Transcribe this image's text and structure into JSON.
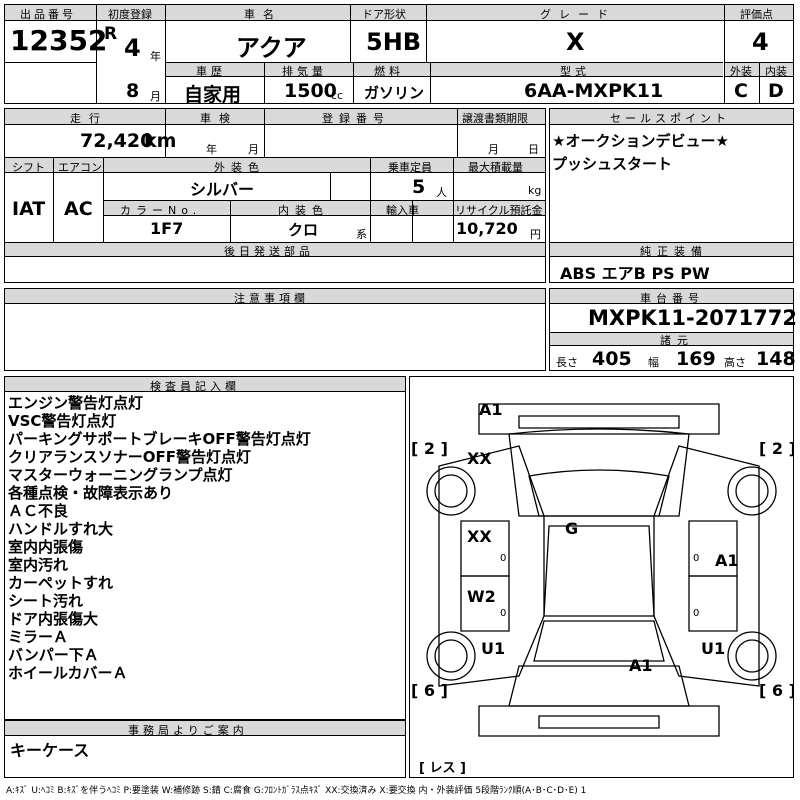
{
  "headers": {
    "lot_no": "出品番号",
    "first_reg": "初度登録",
    "car_name": "車名",
    "door": "ドア形状",
    "grade": "グレード",
    "score": "評価点",
    "history": "車歴",
    "displacement": "排気量",
    "fuel": "燃料",
    "model": "型式",
    "exterior": "外装",
    "interior": "内装",
    "mileage": "走行",
    "inspection": "車検",
    "reg_no": "登録番号",
    "transfer_deadline": "譲渡書類期限",
    "sales_point": "セールスポイント",
    "shift": "シフト",
    "aircon": "エアコン",
    "ext_color": "外装色",
    "capacity": "乗車定員",
    "max_load": "最大積載量",
    "color_no": "カラーNo.",
    "int_color": "内装色",
    "import": "輸入車",
    "recycle": "リサイクル預託金",
    "later_parts": "後日発送部品",
    "equipment": "純正装備",
    "notes": "注意事項欄",
    "chassis": "車台番号",
    "specs": "諸元",
    "inspector": "検査員記入欄",
    "office": "事務局よりご案内"
  },
  "vehicle": {
    "lot_no": "12352",
    "era": "R",
    "year": "4",
    "year_unit": "年",
    "month": "8",
    "month_unit": "月",
    "car_name": "アクア",
    "door": "5HB",
    "grade": "X",
    "score": "4",
    "history": "自家用",
    "displacement": "1500",
    "displacement_unit": "cc",
    "fuel": "ガソリン",
    "model": "6AA-MXPK11",
    "exterior_grade": "C",
    "interior_grade": "D",
    "mileage": "72,420",
    "mileage_unit": "km",
    "inspection_year_unit": "年",
    "inspection_month_unit": "月",
    "transfer_month_unit": "月",
    "transfer_day_unit": "日",
    "shift": "IAT",
    "aircon": "AC",
    "ext_color": "シルバー",
    "capacity": "5",
    "capacity_unit": "人",
    "load_unit": "kg",
    "color_no": "1F7",
    "int_color": "クロ",
    "int_color_suffix": "系",
    "recycle": "10,720",
    "recycle_unit": "円",
    "equipment": "ABS エアB PS PW",
    "chassis": "MXPK11-2071772",
    "length_label": "長さ",
    "length": "405",
    "width_label": "幅",
    "width": "169",
    "height_label": "高さ",
    "height": "148"
  },
  "sales_points": [
    "★オークションデビュー★",
    "プッシュスタート"
  ],
  "inspector_notes": [
    "エンジン警告灯点灯",
    "VSC警告灯点灯",
    "パーキングサポートブレーキOFF警告灯点灯",
    "クリアランスソナーOFF警告灯点灯",
    "マスターウォーニングランプ点灯",
    "各種点検・故障表示あり",
    "ＡＣ不良",
    "ハンドルすれ大",
    "室内内張傷",
    "室内汚れ",
    "カーペットすれ",
    "シート汚れ",
    "ドア内張傷大",
    "ミラーＡ",
    "バンパー下Ａ",
    "ホイールカバーＡ"
  ],
  "office_note": "キーケース",
  "diagram": {
    "front_left_marks": "[ 2 ]",
    "front_right_marks": "[ 2 ]",
    "rear_left_marks": "[ 6 ]",
    "rear_right_marks": "[ 6 ]",
    "bottom_marks": "[ レス ]",
    "labels": {
      "front": "A1",
      "front_left_fender": "XX",
      "roof": "G",
      "left_front_door": "XX",
      "left_rear_door": "W2",
      "left_rear_wheel": "U1",
      "right_front_door": "A1",
      "right_rear_wheel": "U1",
      "rear": "A1"
    },
    "zero": "0"
  },
  "legend": "A:ｷｽﾞ U:ﾍｺﾐ B:ｷｽﾞを伴うﾍｺﾐ P:要塗装 W:補修跡 S:錆 C:腐食 G:ﾌﾛﾝﾄｶﾞﾗｽ点ｷｽﾞ XX:交換済み X:要交換 内・外装評価 5段階ﾗﾝｸ順(A･B･C･D･E) 1"
}
